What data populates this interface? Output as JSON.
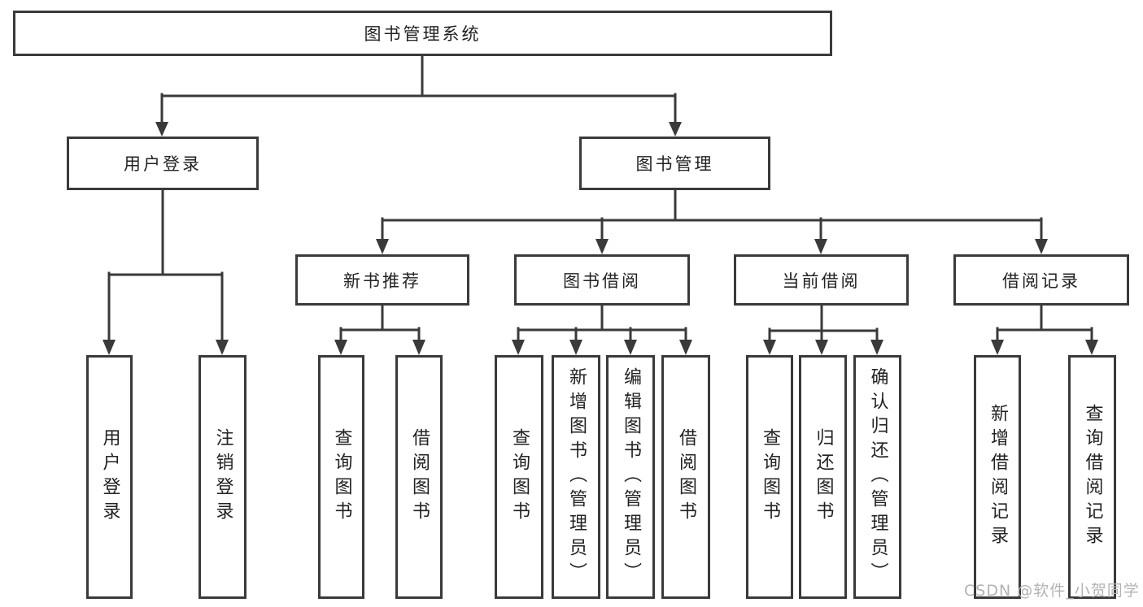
{
  "tree": {
    "label": "图书管理系统",
    "children": [
      {
        "label": "用户登录",
        "children": [
          {
            "label": "用户登录"
          },
          {
            "label": "注销登录"
          }
        ]
      },
      {
        "label": "图书管理",
        "children": [
          {
            "label": "新书推荐",
            "children": [
              {
                "label": "查询图书"
              },
              {
                "label": "借阅图书"
              }
            ]
          },
          {
            "label": "图书借阅",
            "children": [
              {
                "label": "查询图书"
              },
              {
                "label": "新增图书（管理员）"
              },
              {
                "label": "编辑图书（管理员）"
              },
              {
                "label": "借阅图书"
              }
            ]
          },
          {
            "label": "当前借阅",
            "children": [
              {
                "label": "查询图书"
              },
              {
                "label": "归还图书"
              },
              {
                "label": "确认归还（管理员）"
              }
            ]
          },
          {
            "label": "借阅记录",
            "children": [
              {
                "label": "新增借阅记录"
              },
              {
                "label": "查询借阅记录"
              }
            ]
          }
        ]
      }
    ]
  },
  "watermark": {
    "text": "CSDN @软件_小贺同学"
  },
  "colors": {
    "line": "#3a3a3a",
    "box_border": "#3a3a3a",
    "box_background": "#ffffff",
    "text": "#222222",
    "watermark": "#b3b3b3",
    "background": "#ffffff"
  }
}
